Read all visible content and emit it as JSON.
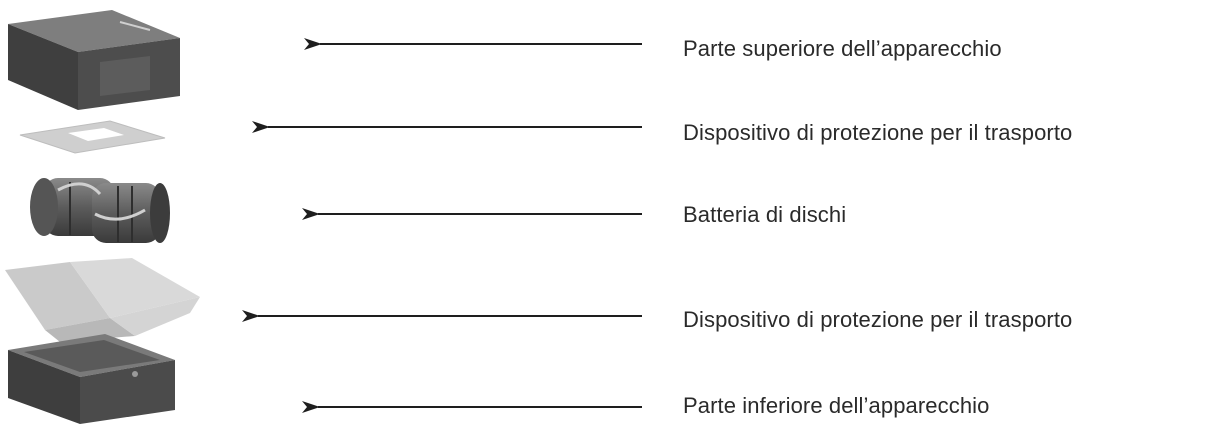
{
  "diagram": {
    "labels": [
      "Parte superiore dell’apparecchio",
      "Dispositivo di protezione per il trasporto",
      "Batteria di dischi",
      "Dispositivo di protezione per il trasporto",
      "Parte inferiore dell’apparecchio"
    ],
    "colors": {
      "text": "#2a2a2a",
      "arrow": "#1e1e1e",
      "housing": "#4a4a4a",
      "protector": "#cfcfcf"
    }
  }
}
